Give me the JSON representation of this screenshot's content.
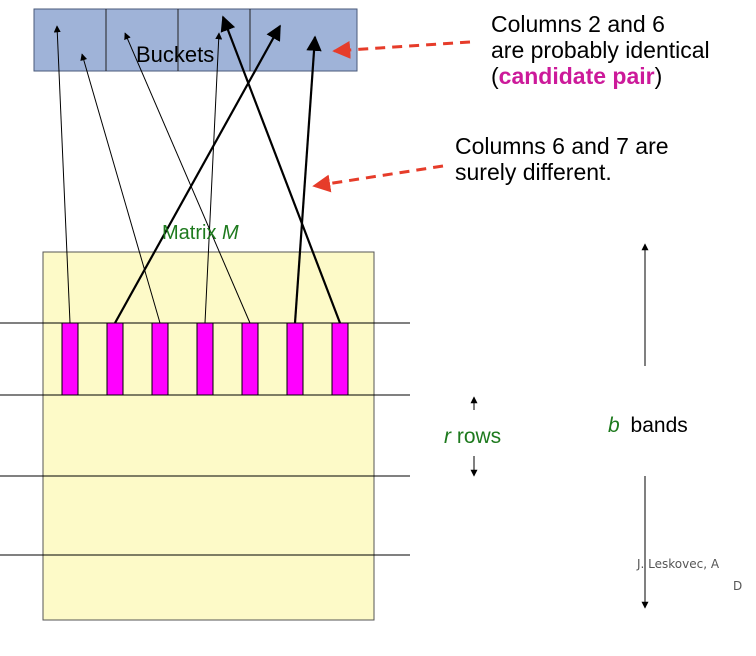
{
  "buckets": {
    "label": "Buckets",
    "fill": "#9fb3d8",
    "border": "#4a5a7a"
  },
  "annotations": {
    "candidate": {
      "line1": "Columns 2 and 6",
      "line2": "are probably identical",
      "paren_open": "(",
      "highlight": "candidate pair",
      "paren_close": ")"
    },
    "different": {
      "line1": "Columns 6 and 7 are",
      "line2": "surely different."
    }
  },
  "matrix": {
    "label_prefix": "Matrix",
    "label_var": "M",
    "fill": "#fdfac8",
    "column_color": "#ff00ff"
  },
  "rows_label": {
    "var": "r",
    "text": "rows"
  },
  "bands_label": {
    "var": "b",
    "text": "bands"
  },
  "credit": {
    "line1": "J. Leskovec, A",
    "line2": "D"
  },
  "colors": {
    "label_green": "#1e7a1e",
    "arrow_red": "#e63c2a",
    "highlight_pink": "#cc1a9a"
  }
}
